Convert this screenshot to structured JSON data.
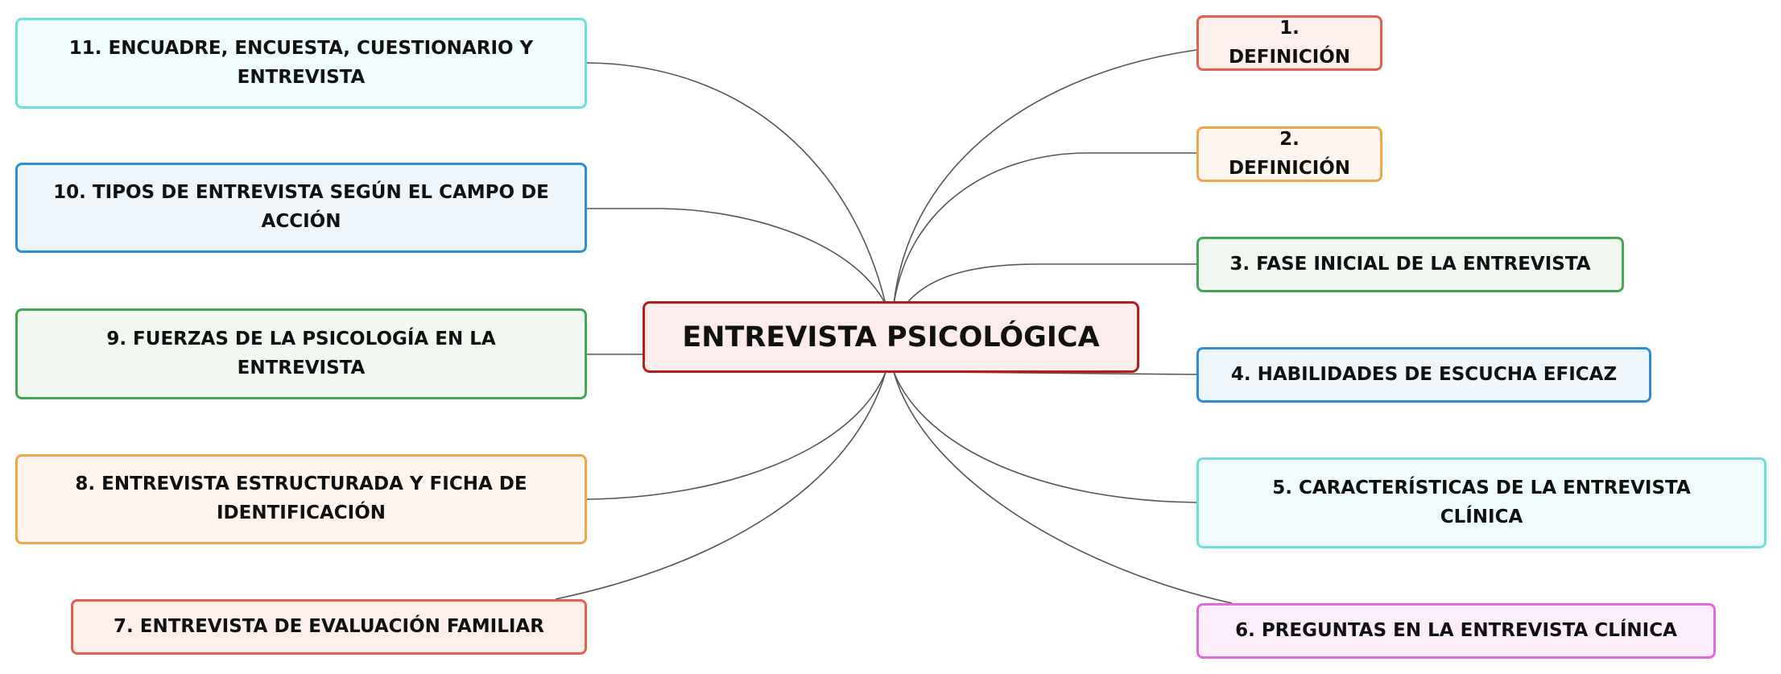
{
  "center": {
    "label": "ENTREVISTA PSICOLÓGICA",
    "color": "#b71c1c",
    "fill": "#fdecec"
  },
  "topics": [
    {
      "id": "n1",
      "label": "1. DEFINICIÓN",
      "color": "#e0624f",
      "fill": "#fdf0ec"
    },
    {
      "id": "n2",
      "label": "2. DEFINICIÓN",
      "color": "#f0a64a",
      "fill": "#fef6ee"
    },
    {
      "id": "n3",
      "label": "3. FASE INICIAL DE LA ENTREVISTA",
      "color": "#43a655",
      "fill": "#f1f8f1"
    },
    {
      "id": "n4",
      "label": "4. HABILIDADES DE ESCUCHA EFICAZ",
      "color": "#2d8dd6",
      "fill": "#eef6fc"
    },
    {
      "id": "n5",
      "label": "5. CARACTERÍSTICAS DE LA ENTREVISTA CLÍNICA",
      "color": "#6ee0dc",
      "fill": "#effcfb"
    },
    {
      "id": "n6",
      "label": "6. PREGUNTAS EN LA ENTREVISTA CLÍNICA",
      "color": "#e06cd0",
      "fill": "#fcedfa"
    },
    {
      "id": "n7",
      "label": "7. ENTREVISTA DE EVALUACIÓN FAMILIAR",
      "color": "#e0624f",
      "fill": "#fdf0ec"
    },
    {
      "id": "n8",
      "label": "8. ENTREVISTA ESTRUCTURADA Y FICHA DE IDENTIFICACIÓN",
      "color": "#f0a64a",
      "fill": "#fef6ee"
    },
    {
      "id": "n9",
      "label": "9. FUERZAS DE LA PSICOLOGÍA EN LA ENTREVISTA",
      "color": "#43a655",
      "fill": "#f1f8f1"
    },
    {
      "id": "n10",
      "label": "10. TIPOS DE ENTREVISTA SEGÚN EL CAMPO DE ACCIÓN",
      "color": "#2d8dd6",
      "fill": "#eef6fc"
    },
    {
      "id": "n11",
      "label": "11. ENCUADRE, ENCUESTA, CUESTIONARIO Y ENTREVISTA",
      "color": "#6ee0dc",
      "fill": "#effcfb"
    }
  ]
}
